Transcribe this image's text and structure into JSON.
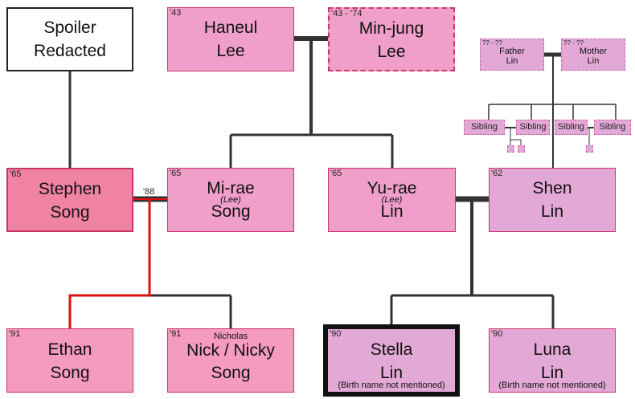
{
  "colors": {
    "line": "#333333",
    "highlight_line": "#e01010",
    "pink_dark": "#f083a4",
    "pink_mid": "#ef9fc9",
    "pink_light": "#f59bc0",
    "lavender": "#e3a9d6",
    "border": "#cc3366"
  },
  "nodes": {
    "spoiler": {
      "first": "Spoiler",
      "last": "Redacted"
    },
    "haneul": {
      "year": "'43",
      "first": "Haneul",
      "last": "Lee"
    },
    "minjung": {
      "year": "'43 - '74",
      "first": "Min-jung",
      "last": "Lee"
    },
    "father_lin": {
      "year": "?? - ??",
      "first": "Father",
      "last": "Lin"
    },
    "mother_lin": {
      "year": "?? - ??",
      "first": "Mother",
      "last": "Lin"
    },
    "stephen": {
      "year": "'65",
      "first": "Stephen",
      "last": "Song"
    },
    "mirae": {
      "year": "'65",
      "first": "Mi-rae",
      "maiden": "(Lee)",
      "last": "Song"
    },
    "yurae": {
      "year": "'65",
      "first": "Yu-rae",
      "maiden": "(Lee)",
      "last": "Lin"
    },
    "shen": {
      "year": "'62",
      "first": "Shen",
      "last": "Lin"
    },
    "ethan": {
      "year": "'91",
      "first": "Ethan",
      "last": "Song"
    },
    "nick": {
      "year": "'91",
      "over": "Nicholas",
      "first": "Nick / Nicky",
      "last": "Song"
    },
    "stella": {
      "year": "'90",
      "first": "Stella",
      "last": "Lin",
      "note": "(Birth name not mentioned)"
    },
    "luna": {
      "year": "'90",
      "first": "Luna",
      "last": "Lin",
      "note": "(Birth name not mentioned)"
    }
  },
  "siblings": [
    "Sibling",
    "Sibling",
    "Sibling",
    "Sibling"
  ],
  "marriage_year": "'88"
}
